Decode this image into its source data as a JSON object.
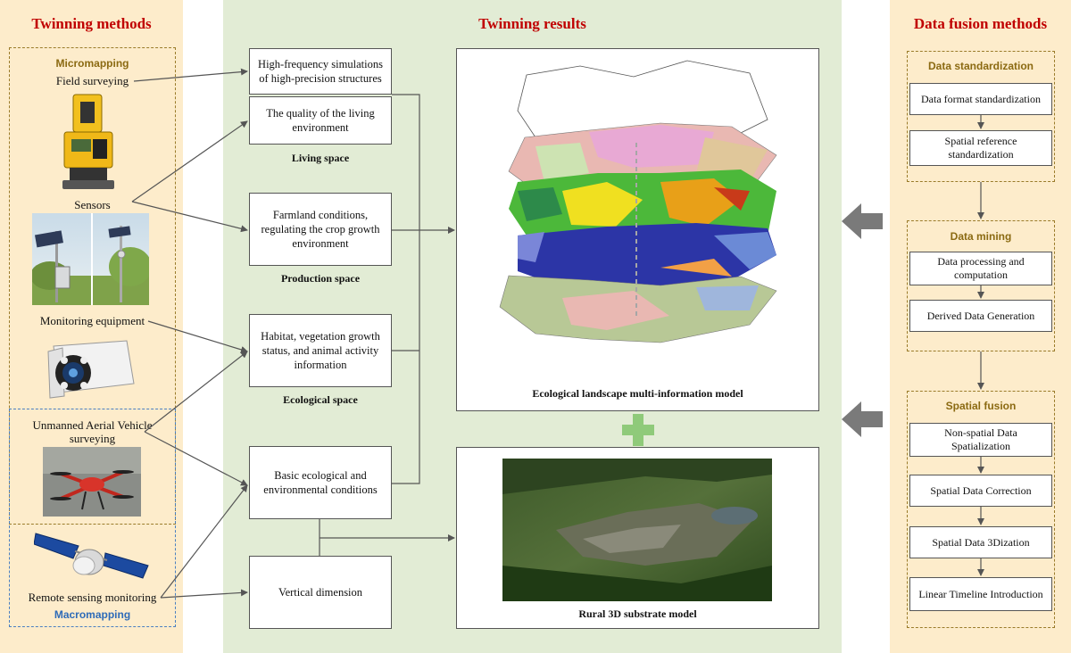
{
  "left": {
    "heading": "Twinning methods",
    "micro_title": "Micromapping",
    "field_surveying": "Field surveying",
    "sensors": "Sensors",
    "monitoring": "Monitoring equipment",
    "uav": "Unmanned Aerial Vehicle surveying",
    "remote": "Remote sensing monitoring",
    "macro_title": "Macromapping"
  },
  "middle": {
    "heading": "Twinning results",
    "box_hf": "High-frequency simulations of high-precision structures",
    "box_quality": "The quality of the living environment",
    "cap_living": "Living space",
    "box_farmland": "Farmland conditions, regulating the crop growth environment",
    "cap_production": "Production space",
    "box_habitat": "Habitat, vegetation growth status, and animal activity information",
    "cap_ecological": "Ecological space",
    "box_basic": "Basic ecological and environmental conditions",
    "box_vertical": "Vertical dimension",
    "model_top_caption": "Ecological landscape multi-information model",
    "model_bottom_caption": "Rural 3D substrate model"
  },
  "right": {
    "heading": "Data fusion methods",
    "std_title": "Data standardization",
    "std_1": "Data format standardization",
    "std_2": "Spatial reference standardization",
    "mining_title": "Data mining",
    "mining_1": "Data processing and computation",
    "mining_2": "Derived Data Generation",
    "spatial_title": "Spatial fusion",
    "spatial_1": "Non-spatial Data Spatialization",
    "spatial_2": "Spatial Data Correction",
    "spatial_3": "Spatial Data 3Dization",
    "spatial_4": "Linear Timeline Introduction"
  },
  "colors": {
    "heading": "#c00000",
    "panel_side": "#fdeccb",
    "panel_mid": "#e2ecd5",
    "plus": "#8fca7a",
    "arrow_gray": "#7a7a7a"
  }
}
